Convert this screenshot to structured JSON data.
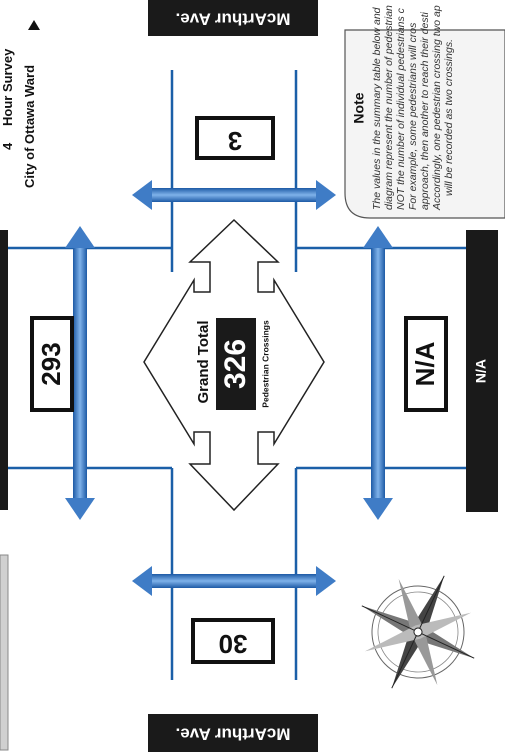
{
  "header": {
    "line1_num": "4",
    "line1_text": "Hour Survey",
    "line2": "City of Ottawa Ward"
  },
  "streets": {
    "top": "McArthur Ave.",
    "bottom": "McArthur Ave.",
    "right": "N/A"
  },
  "approaches": {
    "north": "3",
    "south": "30",
    "west": "293",
    "east": "N/A"
  },
  "grand_total": {
    "label": "Grand Total",
    "value": "326",
    "sublabel": "Pedestrian Crossings"
  },
  "note": {
    "title": "Note",
    "lines": [
      "The values in the summary table below and",
      "diagram represent the number of pedestrian",
      "NOT the number of individual pedestrians c",
      "For example, some pedestrians will cros",
      "approach, then another to reach their desti",
      "Accordingly, one pedestrian crossing two ap",
      "will be recorded as two crossings."
    ]
  },
  "colors": {
    "road_line": "#1b5fa8",
    "arrow": "#3f7cc6",
    "dark": "#1a1a1a"
  },
  "icons": [
    "compass-rose-icon",
    "double-arrow-icon",
    "four-way-arrow-icon",
    "triangle-right-icon"
  ]
}
